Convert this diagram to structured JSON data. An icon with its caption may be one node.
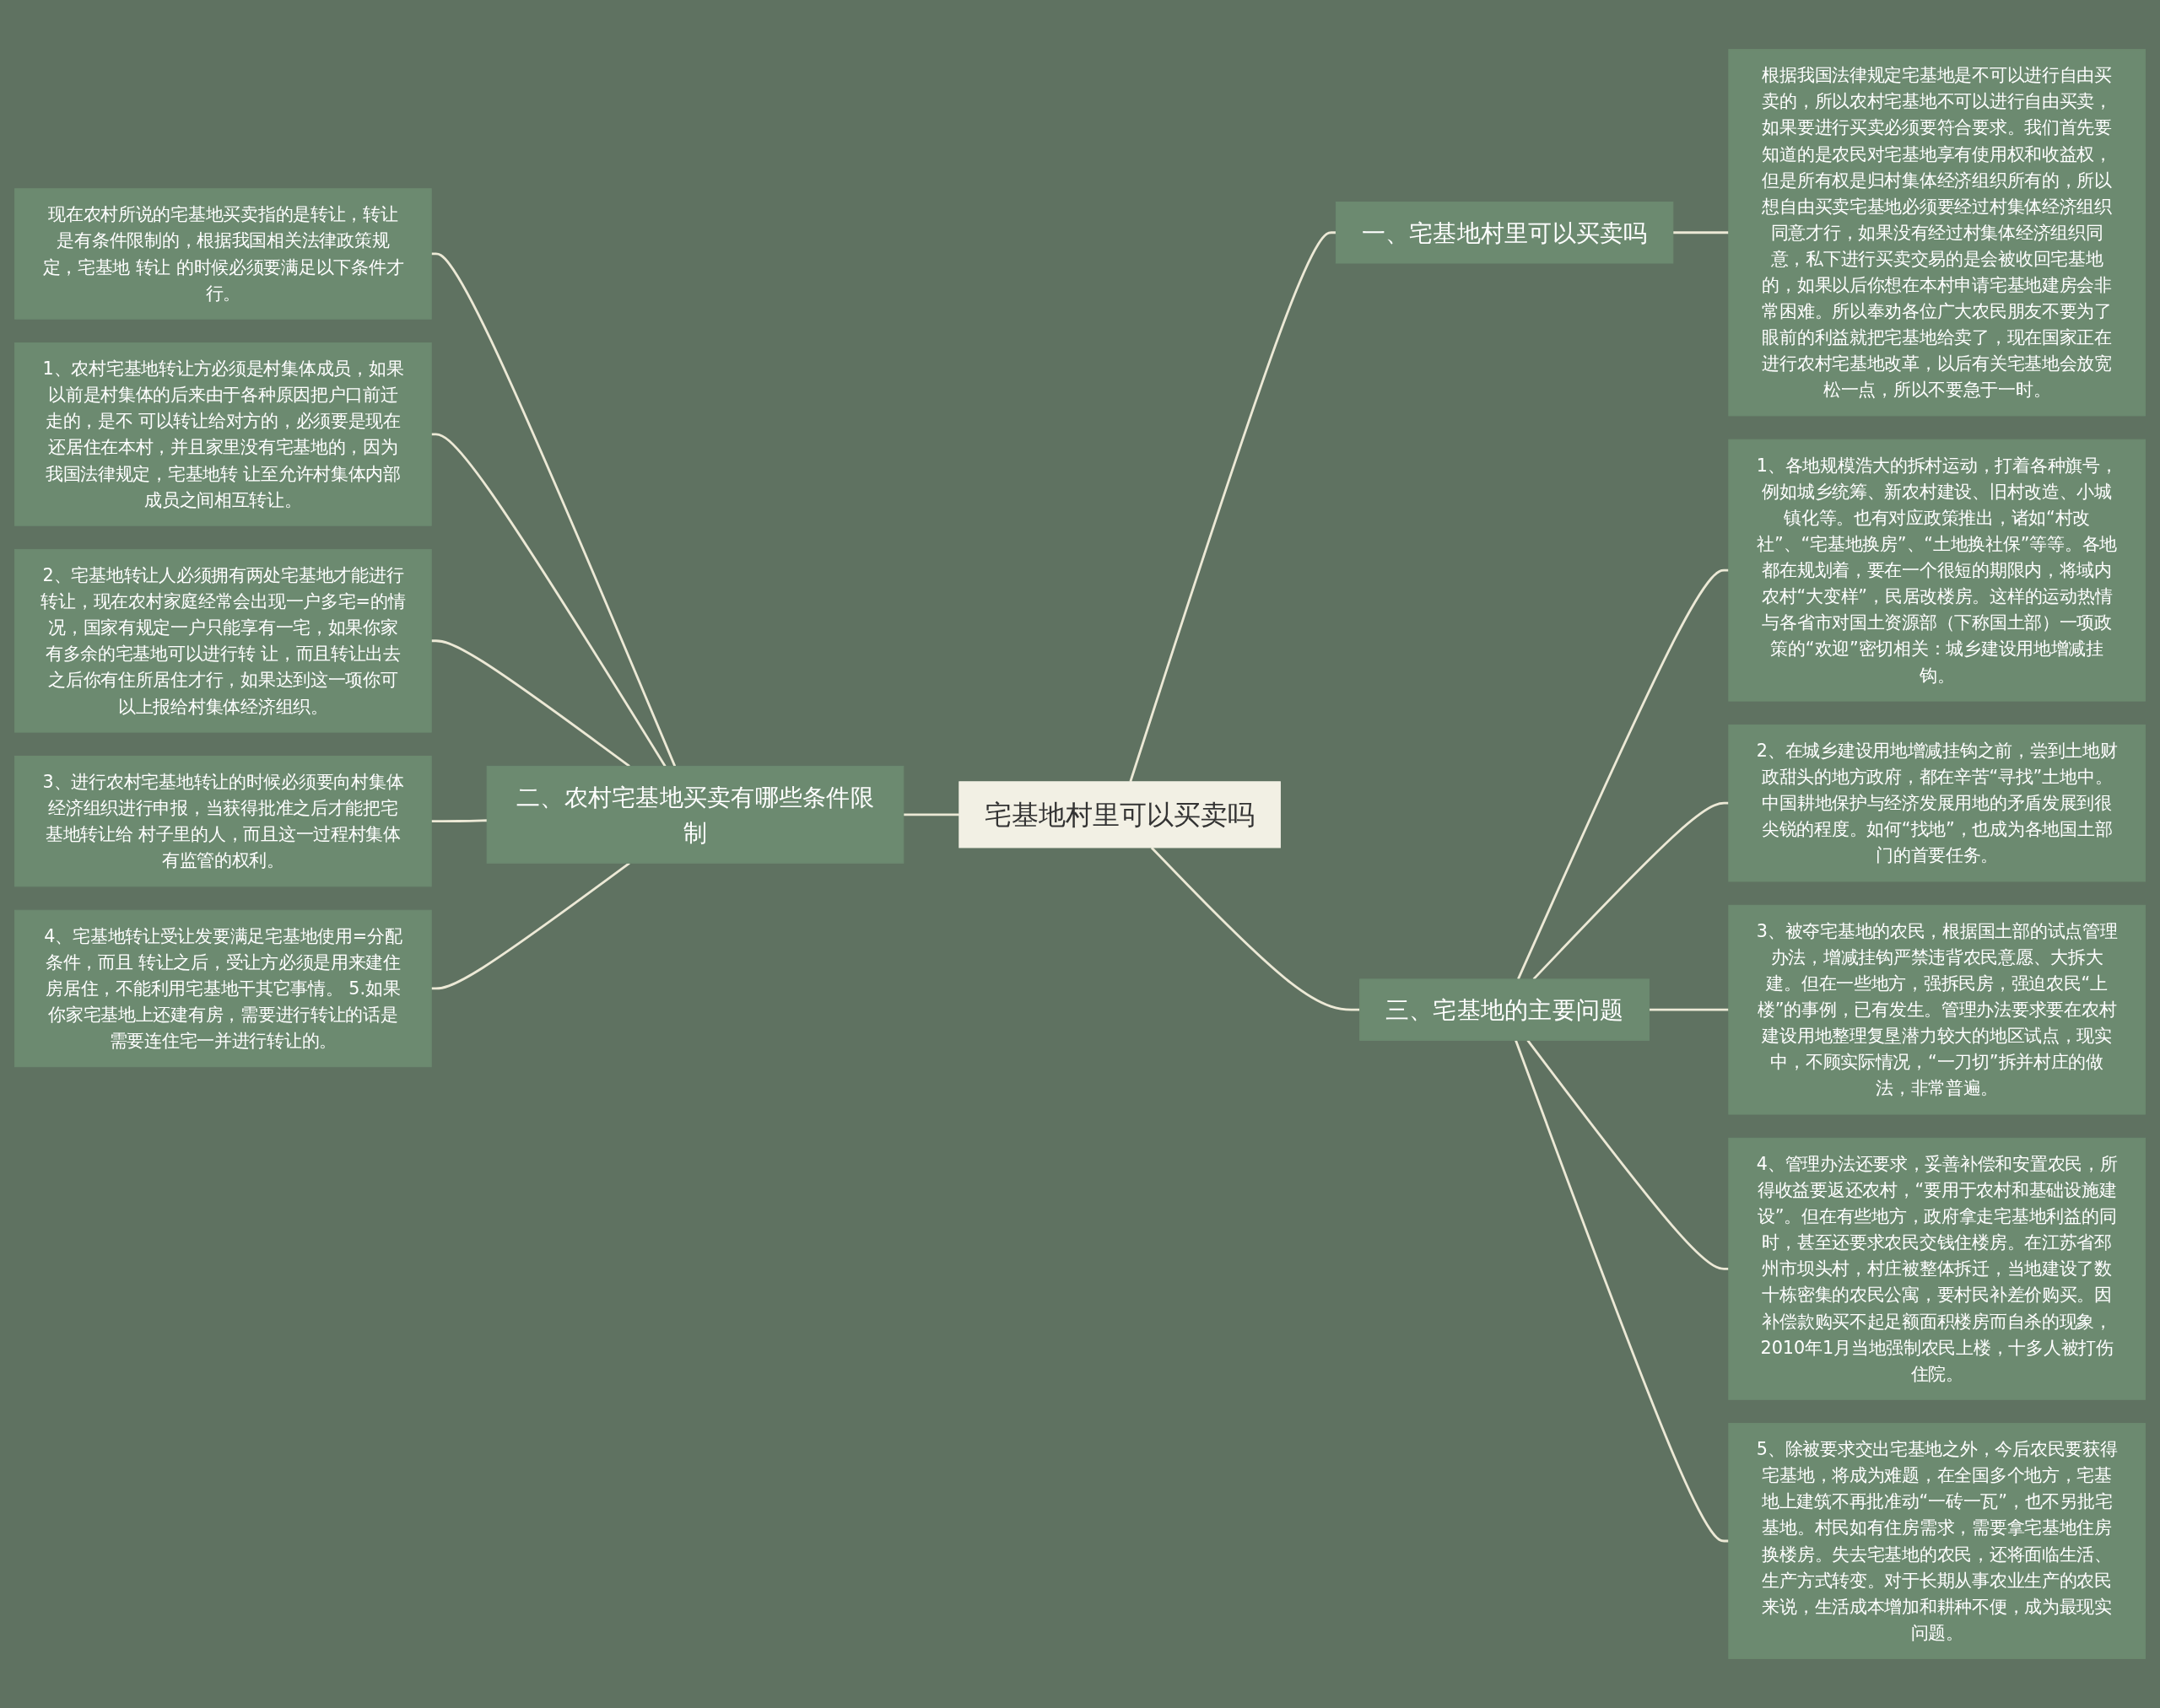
{
  "diagram": {
    "nodes": [
      {
        "text": [
          "宅基地村里可以买卖吗"
        ]
      },
      {
        "text": [
          "一、宅基地村里可以买卖吗"
        ]
      },
      {
        "text": [
          "根据我国法律规定宅基地是不可以进行自由买卖的，所以农村宅基地不可以进行自由买卖，如果要进行买卖必须要符合要求。我们首先要知道的是农民对宅基地享有使用权和收益权，但是所有权是归村集体经济组织所有的，所以想自由买卖宅基地必须要经过村集体经济组织同意才行，如果没有经过村集体经济组织同意，私下进行买卖交易的是会被收回宅基地的，如果以后你想在本村申请宅基地建房会非常困难。所以奉劝各位广大农民朋友不要为了眼前的利益就把宅基地给卖了，现在国家正在进行农村宅基地改革，以后有关宅基地会放宽松一点，所以不要急于一时。"
        ]
      },
      {
        "text": [
          "二、农村宅基地买卖有哪些条件限制"
        ]
      },
      {
        "text": [
          "现在农村所说的宅基地买卖指的是转让，转让是有条件限制的，根据我国相关法律政策规定，宅基地 转让 的时候必须要满足以下条件才行。"
        ]
      },
      {
        "text": [
          "1、农村宅基地转让方必须是村集体成员，如果以前是村集体的后来由于各种原因把户口前迁走的，是不 可以转让给对方的，必须要是现在还居住在本村，并且家里没有宅基地的，因为我国法律规定，宅基地转 让至允许村集体内部成员之间相互转让。"
        ]
      },
      {
        "text": [
          "2、宅基地转让人必须拥有两处宅基地才能进行转让，现在农村家庭经常会出现一户多宅=的情况，国家有规定一户只能享有一宅，如果你家有多余的宅基地可以进行转 让，而且转让出去之后你有住所居住才行，如果达到这一项你可以上报给村集体经济组织。"
        ]
      },
      {
        "text": [
          "3、进行农村宅基地转让的时候必须要向村集体经济组织进行申报，当获得批准之后才能把宅基地转让给 村子里的人，而且这一过程村集体有监管的权利。"
        ]
      },
      {
        "text": [
          "4、宅基地转让受让发要满足宅基地使用=分配条件，而且 转让之后，受让方必须是用来建住房居住，不能利用宅基地干其它事情。 5.如果你家宅基地上还建有房，需要进行转让的话是需要连住宅一并进行转让的。"
        ]
      },
      {
        "text": [
          "三、宅基地的主要问题"
        ]
      },
      {
        "text": [
          "1、各地规模浩大的拆村运动，打着各种旗号，例如城乡统筹、新农村建设、旧村改造、小城镇化等。也有对应政策推出，诸如“村改社”、“宅基地换房”、“土地换社保”等等。各地都在规划着，要在一个很短的期限内，将域内农村“大变样”，民居改楼房。这样的运动热情与各省市对国土资源部（下称国土部）一项政策的“欢迎”密切相关：城乡建设用地增减挂钩。"
        ]
      },
      {
        "text": [
          "2、在城乡建设用地增减挂钩之前，尝到土地财政甜头的地方政府，都在辛苦“寻找”土地中。中国耕地保护与经济发展用地的矛盾发展到很尖锐的程度。如何“找地”，也成为各地国土部门的首要任务。"
        ]
      },
      {
        "text": [
          "3、被夺宅基地的农民，根据国土部的试点管理办法，增减挂钩严禁违背农民意愿、大拆大建。但在一些地方，强拆民房，强迫农民“上楼”的事例，已有发生。管理办法要求要在农村建设用地整理复垦潜力较大的地区试点，现实中，不顾实际情况，“一刀切”拆并村庄的做法，非常普遍。"
        ]
      },
      {
        "text": [
          "4、管理办法还要求，妥善补偿和安置农民，所得收益要返还农村，“要用于农村和基础设施建设”。但在有些地方，政府拿走宅基地利益的同时，甚至还要求农民交钱住楼房。在江苏省邳州市坝头村，村庄被整体拆迁，当地建设了数十栋密集的农民公寓，要村民补差价购买。因补偿款购买不起足额面积楼房而自杀的现象，2010年1月当地强制农民上楼，十多人被打伤住院。"
        ]
      },
      {
        "text": [
          "5、除被要求交出宅基地之外，今后农民要获得宅基地，将成为难题，在全国多个地方，宅基地上建筑不再批准动“一砖一瓦”，也不另批宅基地。村民如有住房需求，需要拿宅基地住房换楼房。失去宅基地的农民，还将面临生活、生产方式转变。对于长期从事农业生产的农民来说，生活成本增加和耕种不便，成为最现实问题。"
        ]
      }
    ],
    "edges": [
      {
        "from": 0,
        "to": 1,
        "arrow": "none"
      },
      {
        "from": 1,
        "to": 2,
        "arrow": "none"
      },
      {
        "from": 3,
        "to": 0,
        "arrow": "none"
      },
      {
        "from": 4,
        "to": 3,
        "arrow": "none"
      },
      {
        "from": 5,
        "to": 3,
        "arrow": "none"
      },
      {
        "from": 6,
        "to": 3,
        "arrow": "none"
      },
      {
        "from": 7,
        "to": 3,
        "arrow": "none"
      },
      {
        "from": 8,
        "to": 3,
        "arrow": "none"
      },
      {
        "from": 0,
        "to": 9,
        "arrow": "none"
      },
      {
        "from": 9,
        "to": 10,
        "arrow": "none"
      },
      {
        "from": 9,
        "to": 11,
        "arrow": "none"
      },
      {
        "from": 9,
        "to": 12,
        "arrow": "none"
      },
      {
        "from": 9,
        "to": 13,
        "arrow": "none"
      },
      {
        "from": 9,
        "to": 14,
        "arrow": "none"
      }
    ]
  }
}
